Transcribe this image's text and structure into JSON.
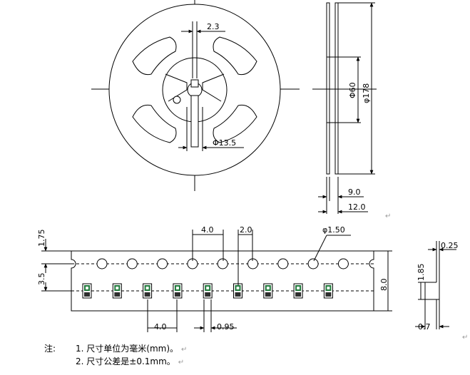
{
  "reel_front": {
    "dim_slot": "2.3",
    "dim_hub": "Φ13.5"
  },
  "reel_side": {
    "dim_hub_dia": "Φ60",
    "dim_reel_dia": "φ178",
    "dim_inner_width": "9.0",
    "dim_outer_width": "12.0"
  },
  "tape": {
    "dim_edge_to_holes": "1.75",
    "dim_holes_to_pockets": "3.5",
    "dim_hole_pitch": "4.0",
    "dim_hole_to_pocket": "2.0",
    "dim_hole_dia": "φ1.50",
    "dim_tape_width": "8.0",
    "dim_pocket_pitch": "4.0",
    "dim_pocket_width": "0.95",
    "sprocket_hole_count": 9,
    "pocket_count": 9
  },
  "tape_side": {
    "dim_thickness": "0.25",
    "dim_pocket_depth": "1.85",
    "dim_pocket_side": "0.7"
  },
  "notes": {
    "label": "注:",
    "line1": "1.  尺寸单位为毫米(mm)。",
    "line2": "2.  尺寸公差是±0.1mm。"
  },
  "colors": {
    "line": "#000000",
    "component_green": "#1f7a3a",
    "return_mark": "#9a9a9a"
  }
}
